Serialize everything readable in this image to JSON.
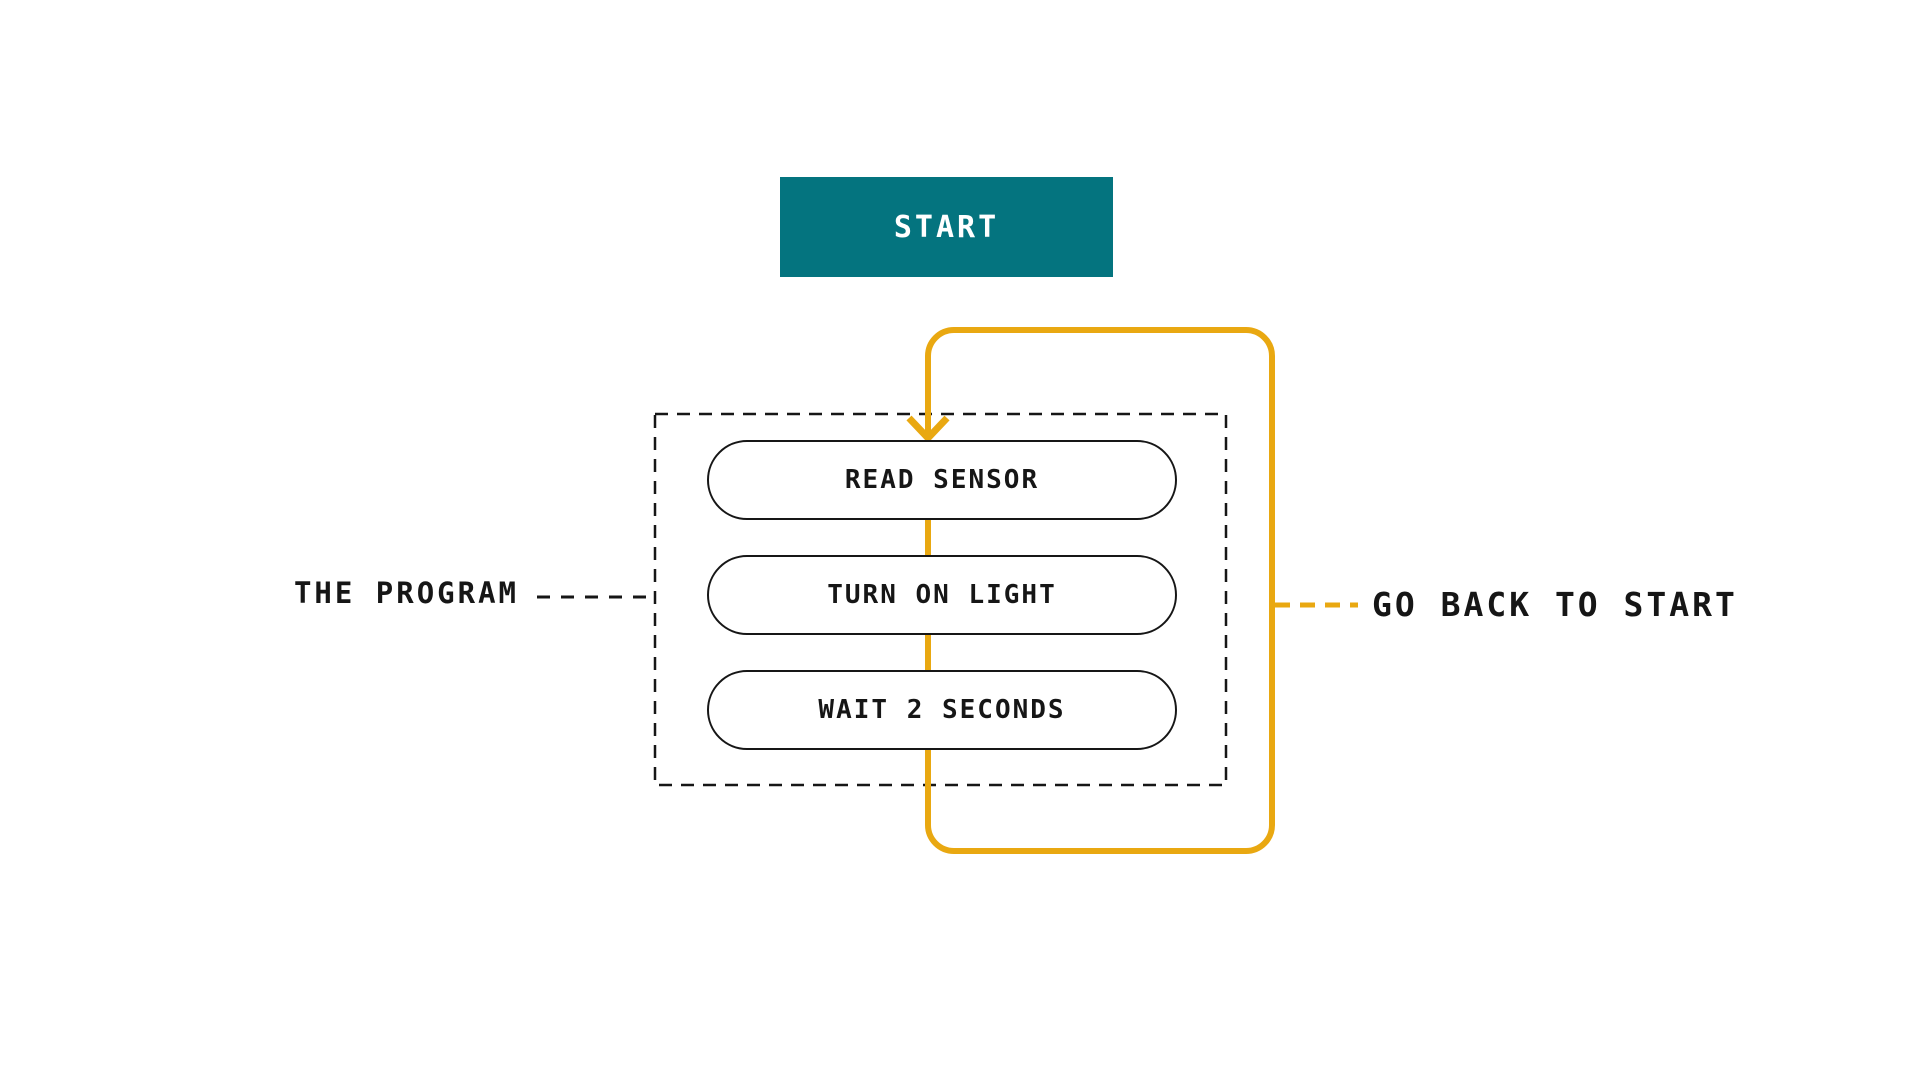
{
  "diagram": {
    "start": {
      "label": "START"
    },
    "program": {
      "label": "THE PROGRAM",
      "steps": [
        "READ SENSOR",
        "TURN ON LIGHT",
        "WAIT 2 SECONDS"
      ]
    },
    "loop": {
      "label": "GO BACK TO START"
    },
    "colors": {
      "teal": "#04747F",
      "orange": "#E9A811",
      "ink": "#161616",
      "background": "#FFFFFF"
    }
  }
}
